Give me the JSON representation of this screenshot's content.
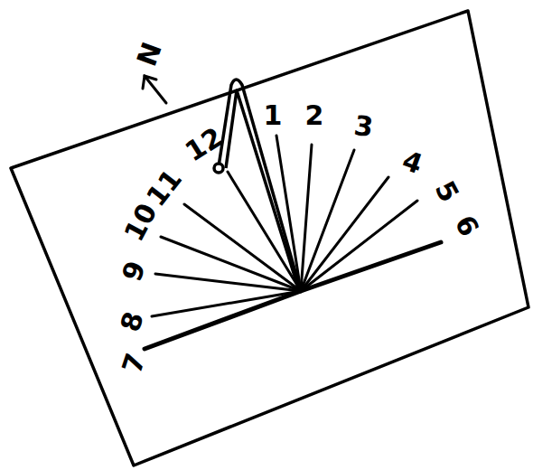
{
  "diagram": {
    "labels": [
      "N",
      "7",
      "8",
      "9",
      "10",
      "11",
      "12",
      "1",
      "2",
      "3",
      "4",
      "5",
      "6"
    ]
  }
}
